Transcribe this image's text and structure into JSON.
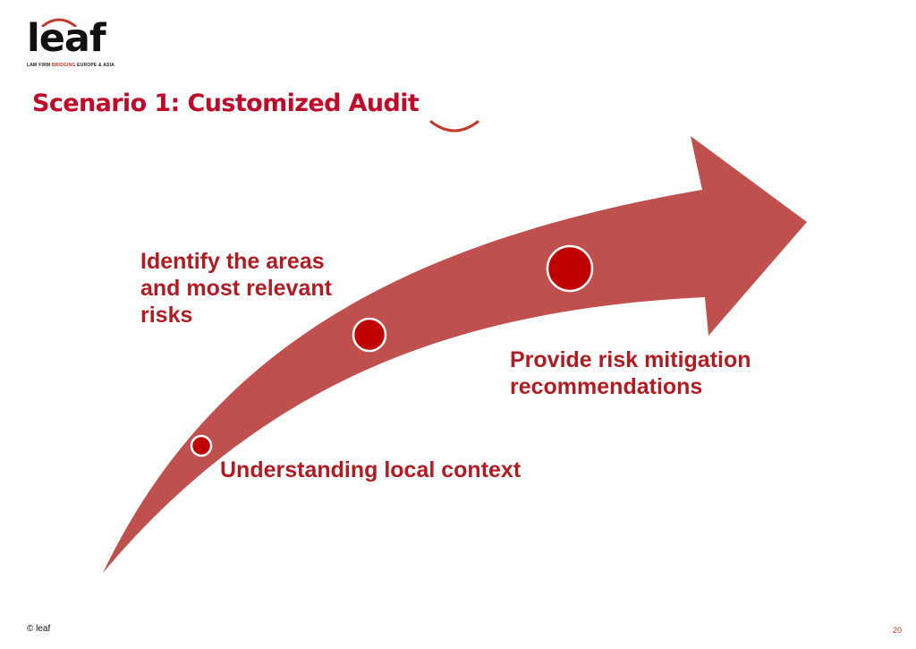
{
  "brand": {
    "logo_text": "leaf",
    "tagline_prefix": "LAW FIRM ",
    "tagline_accent": "BRIDGING",
    "tagline_suffix": " EUROPE & ASIA",
    "accent_color": "#c0392b"
  },
  "slide": {
    "title": "Scenario 1: Customized Audit",
    "title_color": "#c00a2a"
  },
  "diagram": {
    "arrow_color": "#c0504d",
    "marker_color": "#c00000",
    "marker_stroke": "#ffffff",
    "steps": [
      {
        "label": "Understanding local context"
      },
      {
        "label": "Identify the areas\nand most relevant\nrisks"
      },
      {
        "label": "Provide risk mitigation\nrecommendations"
      }
    ]
  },
  "footer": {
    "copyright": "© leaf",
    "page_number": "20"
  }
}
